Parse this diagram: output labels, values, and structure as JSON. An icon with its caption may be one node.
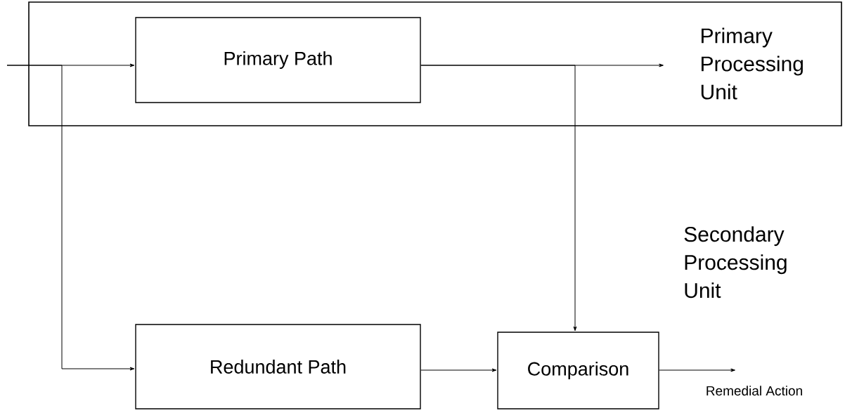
{
  "diagram": {
    "nodes": [
      {
        "text": [
          "Primary Processing Unit"
        ]
      },
      {
        "text": [
          "Primary Path"
        ],
        "in": 0
      },
      {
        "text": [
          "Redundant Path"
        ]
      },
      {
        "text": [
          "Comparison"
        ]
      }
    ],
    "edges": [
      {
        "from": null,
        "to": 1,
        "arrow": "to"
      },
      {
        "from": null,
        "to": 2,
        "arrow": "to"
      },
      {
        "from": 1,
        "to": null,
        "arrow": "to"
      },
      {
        "from": 1,
        "to": 3,
        "arrow": "to"
      },
      {
        "from": 2,
        "to": 3,
        "arrow": "to"
      },
      {
        "from": 3,
        "to": null,
        "arrow": "to",
        "label": "Remedial Action"
      }
    ],
    "labels": [
      "Secondary Processing Unit"
    ]
  }
}
